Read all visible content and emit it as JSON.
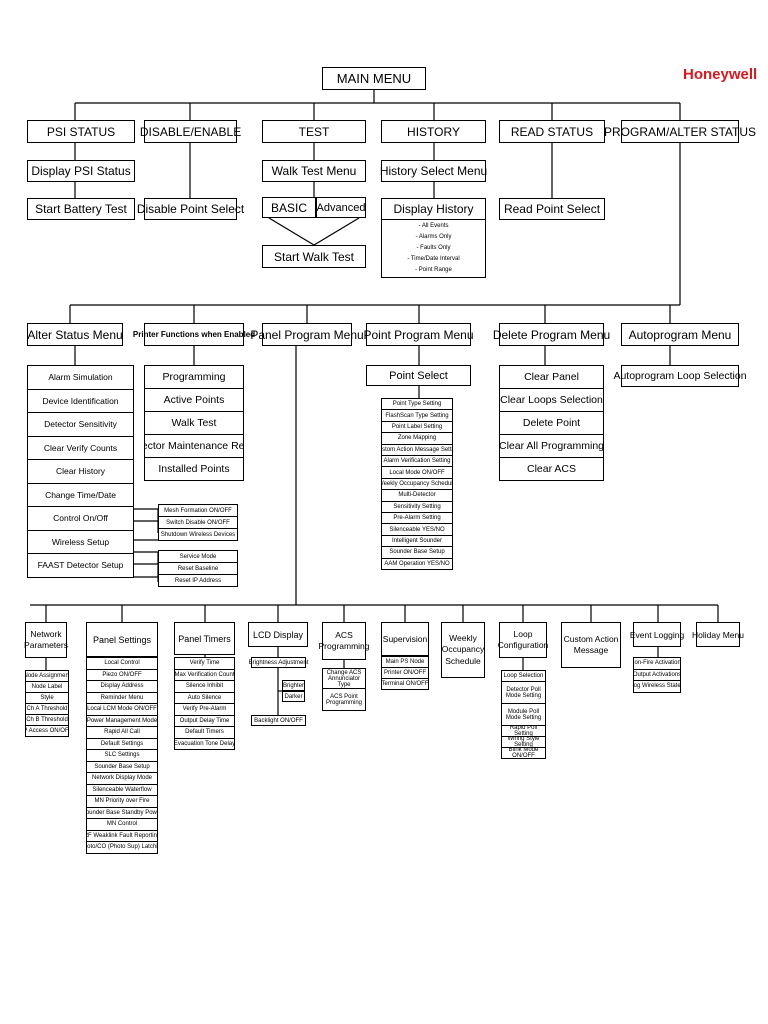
{
  "brand": {
    "logo_text": "Honeywell",
    "logo_color": "#d71920"
  },
  "main_menu": "MAIN MENU",
  "level1": [
    "PSI STATUS",
    "DISABLE/ENABLE",
    "TEST",
    "HISTORY",
    "READ STATUS",
    "PROGRAM/ALTER STATUS"
  ],
  "psi": {
    "display": "Display PSI Status",
    "battery": "Start Battery Test"
  },
  "disable": {
    "point_select": "Disable Point Select"
  },
  "test": {
    "walk_menu": "Walk Test Menu",
    "basic": "BASIC",
    "advanced": "Advanced",
    "start": "Start Walk Test"
  },
  "history": {
    "select_menu": "History Select Menu",
    "display": "Display History",
    "options": [
      "- All Events",
      "- Alarms Only",
      "- Faults Only",
      "- Time/Date Interval",
      "- Point Range"
    ]
  },
  "read": {
    "point_select": "Read Point Select"
  },
  "level2": [
    "Alter Status Menu",
    "Printer Functions when Enabled",
    "Panel Program Menu",
    "Point Program Menu",
    "Delete Program Menu",
    "Autoprogram Menu"
  ],
  "alter_items": [
    "Alarm Simulation",
    "Device Identification",
    "Detector Sensitivity",
    "Clear Verify Counts",
    "Clear History",
    "Change Time/Date",
    "Control On/Off",
    "Wireless Setup",
    "FAAST Detector Setup"
  ],
  "wireless_items": [
    "Mesh Formation ON/OFF",
    "Switch Disable ON/OFF",
    "Shutdown Wireless Devices"
  ],
  "faast_items": [
    "Service Mode",
    "Reset Baseline",
    "Reset IP Address"
  ],
  "printer_items": [
    "Programming",
    "Active Points",
    "Walk Test",
    "Detector Maintenance Report",
    "Installed Points"
  ],
  "point_select": "Point Select",
  "point_items": [
    "Point Type Setting",
    "FlashScan Type Setting",
    "Point Label Setting",
    "Zone Mapping",
    "Custom Action Message Setting",
    "Alarm Verification Setting",
    "Local Mode ON/OFF",
    "Weekly Occupancy Schedule",
    "Multi-Detector",
    "Sensitivity Setting",
    "Pre-Alarm Setting",
    "Silenceable YES/NO",
    "Intelligent Sounder",
    "Sounder Base Setup",
    "AAM Operation YES/NO"
  ],
  "delete_items": [
    "Clear Panel",
    "Clear Loops Selection",
    "Delete Point",
    "Clear All Programming",
    "Clear ACS"
  ],
  "autoprogram_item": "Autoprogram Loop Selection",
  "level3": {
    "network": "Network Parameters",
    "panel_settings": "Panel Settings",
    "panel_timers": "Panel Timers",
    "lcd": "LCD Display",
    "acs": "ACS Programming",
    "supervision": "Supervision",
    "weekly": "Weekly Occupancy Schedule",
    "loop": "Loop Configuration",
    "custom_action": "Custom Action Message",
    "event_logging": "Event Logging",
    "holiday": "Holiday Menu"
  },
  "network_items": [
    "Node Assignment",
    "Node Label",
    "Style",
    "Ch A Threshold",
    "Ch B Threshold",
    "IP Access ON/OFF"
  ],
  "panel_settings_items": [
    "Local Control",
    "Piezo ON/OFF",
    "Display Address",
    "Reminder Menu",
    "Local LCM Mode ON/OFF",
    "Power Management Mode",
    "Rapid All Call",
    "Default Settings",
    "SLC Settings",
    "Sounder Base Setup",
    "Network Display Mode",
    "Silenceable Waterflow",
    "MN Priority over Fire",
    "Sounder Base Standby Power",
    "MN Control",
    "RF Weaklink Fault Reporting",
    "Photo/CO (Photo Sup) Latching"
  ],
  "panel_timers_items": [
    "Verify Time",
    "Max Verification Count",
    "Silence Inhibit",
    "Auto Silence",
    "Verify Pre-Alarm",
    "Output Delay Time",
    "Default Timers",
    "Evacuation Tone Delay"
  ],
  "lcd_items": {
    "brightness": "Brightness Adjustment",
    "brighter": "Brighter",
    "darker": "Darker",
    "backlight": "Backlight ON/OFF"
  },
  "acs_items": [
    "Change ACS Annunciator Type",
    "ACS Point Programming"
  ],
  "supervision_items": [
    "Main PS Node",
    "Printer ON/OFF",
    "Terminal ON/OFF"
  ],
  "loop_items": [
    "Loop Selection",
    "Detector Poll Mode Setting",
    "Module Poll Mode Setting",
    "Rapid Poll Setting",
    "Wiring Style Setting",
    "Blink Mode ON/OFF"
  ],
  "event_items": [
    "Non-Fire Activations",
    "Output Activations",
    "Log Wireless States"
  ]
}
